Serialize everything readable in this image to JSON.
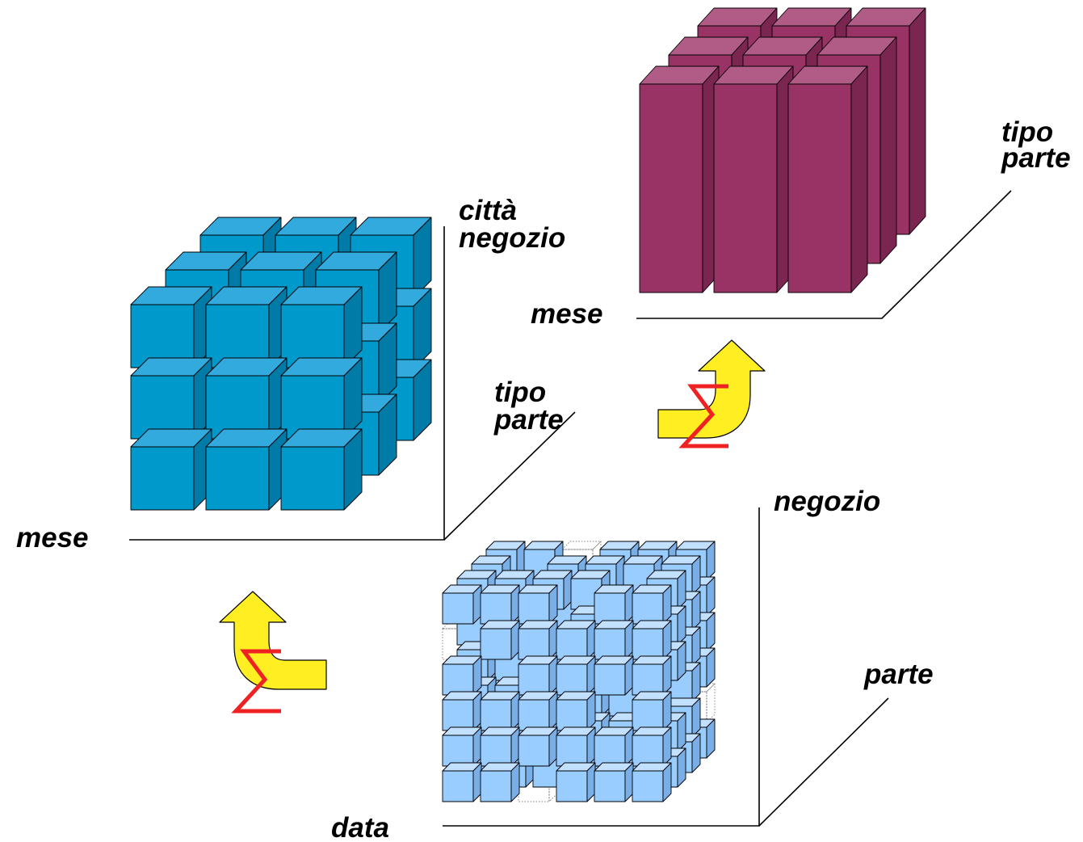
{
  "cubes": {
    "base": {
      "axes": {
        "vertical": "negozio",
        "depth": "parte",
        "horizontal": "data"
      },
      "colors": {
        "front": "#99ccff",
        "top": "#c2e0ff",
        "side": "#7aaee6"
      }
    },
    "middle": {
      "axes": {
        "vertical": "città\nnegozio",
        "depth": "tipo\nparte",
        "horizontal": "mese"
      },
      "colors": {
        "front": "#0099cc",
        "top": "#33aadd",
        "side": "#007aa6"
      }
    },
    "top": {
      "axes": {
        "depth": "tipo\nparte",
        "horizontal": "mese"
      },
      "colors": {
        "front": "#993366",
        "top": "#b05c86",
        "side": "#7a2650"
      }
    }
  },
  "aggregation": {
    "symbol": "Σ",
    "arrow_color": "#ffee22",
    "sigma_color": "#ee2222"
  }
}
